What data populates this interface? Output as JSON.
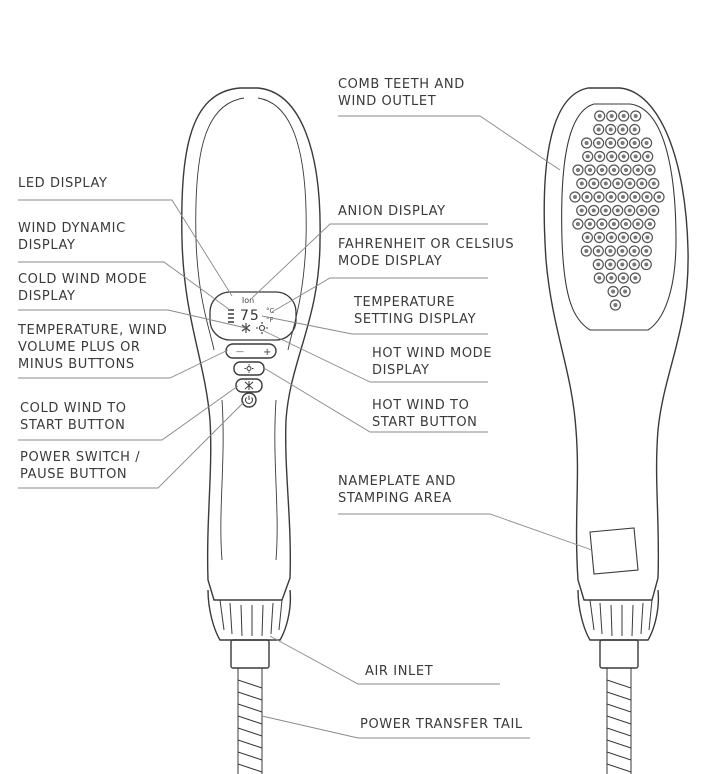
{
  "labels": {
    "comb_teeth": [
      "COMB TEETH AND",
      "WIND OUTLET"
    ],
    "led_display": [
      "LED DISPLAY"
    ],
    "wind_dynamic": [
      "WIND DYNAMIC",
      "DISPLAY"
    ],
    "anion_display": [
      "ANION DISPLAY"
    ],
    "fahrenheit_celsius": [
      "FAHRENHEIT OR CELSIUS",
      "MODE DISPLAY"
    ],
    "cold_wind_mode": [
      "COLD WIND MODE",
      "DISPLAY"
    ],
    "temperature_setting": [
      "TEMPERATURE",
      "SETTING DISPLAY"
    ],
    "temp_wind_buttons": [
      "TEMPERATURE, WIND",
      "VOLUME PLUS OR",
      "MINUS BUTTONS"
    ],
    "hot_wind_mode": [
      "HOT WIND MODE",
      "DISPLAY"
    ],
    "cold_wind_start": [
      "COLD WIND TO",
      "START BUTTON"
    ],
    "hot_wind_start": [
      "HOT WIND TO",
      "START BUTTON"
    ],
    "power_switch": [
      "POWER SWITCH /",
      "PAUSE BUTTON"
    ],
    "nameplate": [
      "NAMEPLATE AND",
      "STAMPING AREA"
    ],
    "air_inlet": [
      "AIR INLET"
    ],
    "power_tail": [
      "POWER TRANSFER TAIL"
    ]
  },
  "display": {
    "ion_text": "Ion",
    "temp_value": "75",
    "unit_c": "°C",
    "unit_f": "°F",
    "minus_symbol": "—",
    "plus_symbol": "+"
  }
}
